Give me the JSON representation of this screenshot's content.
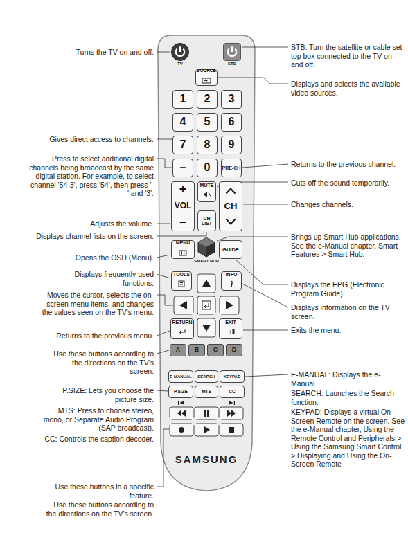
{
  "diagram": {
    "nodes": [
      {
        "text": [
          "SAMSUNG"
        ]
      },
      {
        "text": [
          "TV"
        ],
        "in": 0
      },
      {
        "text": [
          "STB"
        ],
        "in": 0
      },
      {
        "text": [
          "SOURCE"
        ],
        "in": 0
      },
      {
        "text": [
          "1"
        ],
        "in": 0
      },
      {
        "text": [
          "2"
        ],
        "in": 0
      },
      {
        "text": [
          "3"
        ],
        "in": 0
      },
      {
        "text": [
          "4"
        ],
        "in": 0
      },
      {
        "text": [
          "5"
        ],
        "in": 0
      },
      {
        "text": [
          "6"
        ],
        "in": 0
      },
      {
        "text": [
          "7"
        ],
        "in": 0
      },
      {
        "text": [
          "8"
        ],
        "in": 0
      },
      {
        "text": [
          "9"
        ],
        "in": 0
      },
      {
        "text": [
          "–"
        ],
        "in": 0
      },
      {
        "text": [
          "0"
        ],
        "in": 0
      },
      {
        "text": [
          "PRE-CH"
        ],
        "in": 0
      },
      {
        "text": [
          "+",
          "VOL",
          "–"
        ],
        "in": 0
      },
      {
        "text": [
          "MUTE"
        ],
        "in": 0
      },
      {
        "text": [
          "CH"
        ],
        "in": 0
      },
      {
        "text": [
          "CH LIST"
        ],
        "in": 0
      },
      {
        "text": [
          "MENU"
        ],
        "in": 0
      },
      {
        "text": [
          "SMART HUB"
        ],
        "in": 0
      },
      {
        "text": [
          "GUIDE"
        ],
        "in": 0
      },
      {
        "text": [
          "TOOLS"
        ],
        "in": 0
      },
      {
        "text": [
          "INFO"
        ],
        "in": 0
      },
      {
        "text": [
          "RETURN"
        ],
        "in": 0
      },
      {
        "text": [
          "EXIT"
        ],
        "in": 0
      },
      {
        "text": [
          "A"
        ],
        "in": 0
      },
      {
        "text": [
          "B"
        ],
        "in": 0
      },
      {
        "text": [
          "C"
        ],
        "in": 0
      },
      {
        "text": [
          "D"
        ],
        "in": 0
      },
      {
        "text": [
          "E-MANUAL"
        ],
        "in": 0
      },
      {
        "text": [
          "SEARCH"
        ],
        "in": 0
      },
      {
        "text": [
          "KEYPAD"
        ],
        "in": 0
      },
      {
        "text": [
          "P.SIZE"
        ],
        "in": 0
      },
      {
        "text": [
          "MTS"
        ],
        "in": 0
      },
      {
        "text": [
          "CC"
        ],
        "in": 0
      }
    ],
    "labels": [
      "Turns the TV on and off.",
      "STB: Turn the satellite or cable set-top box connected to the TV on and off.",
      "Displays and selects the available video sources.",
      "Gives direct access to channels.",
      "Press to select additional digital channels being broadcast by the same digital station. For example, to select channel '54-3', press '54', then press '-' and '3'.",
      "Returns to the previous channel.",
      "Cuts off the sound temporarily.",
      "Changes channels.",
      "Adjusts the volume.",
      "Displays channel lists on the screen.",
      "Brings up Smart Hub applications. See the e-Manual chapter, Smart Features > Smart Hub.",
      "Opens the OSD (Menu).",
      "Displays the EPG (Electronic Program Guide).",
      "Displays frequently used functions.",
      "Displays information on the TV screen.",
      "Moves the cursor, selects the on-screen menu items, and changes the values seen on the TV's menu.",
      "Exits the menu.",
      "Returns to the previous menu.",
      "Use these buttons according to the directions on the TV's screen.",
      "E-MANUAL: Displays the e-Manual.",
      "SEARCH: Launches the Search function.",
      "KEYPAD: Displays a virtual On-Screen Remote on the screen. See the e-Manual chapter, Using the Remote Control and Peripherals > Using the Samsung Smart Control > Displaying and Using the On-Screen Remote",
      "P.SIZE: Lets you choose the picture size.",
      "MTS: Press to choose stereo, mono, or Separate Audio Program (SAP broadcast).",
      "CC: Controls the caption decoder.",
      "Use these buttons in a specific feature.",
      "Use these buttons according to the directions on the TV's screen."
    ]
  }
}
